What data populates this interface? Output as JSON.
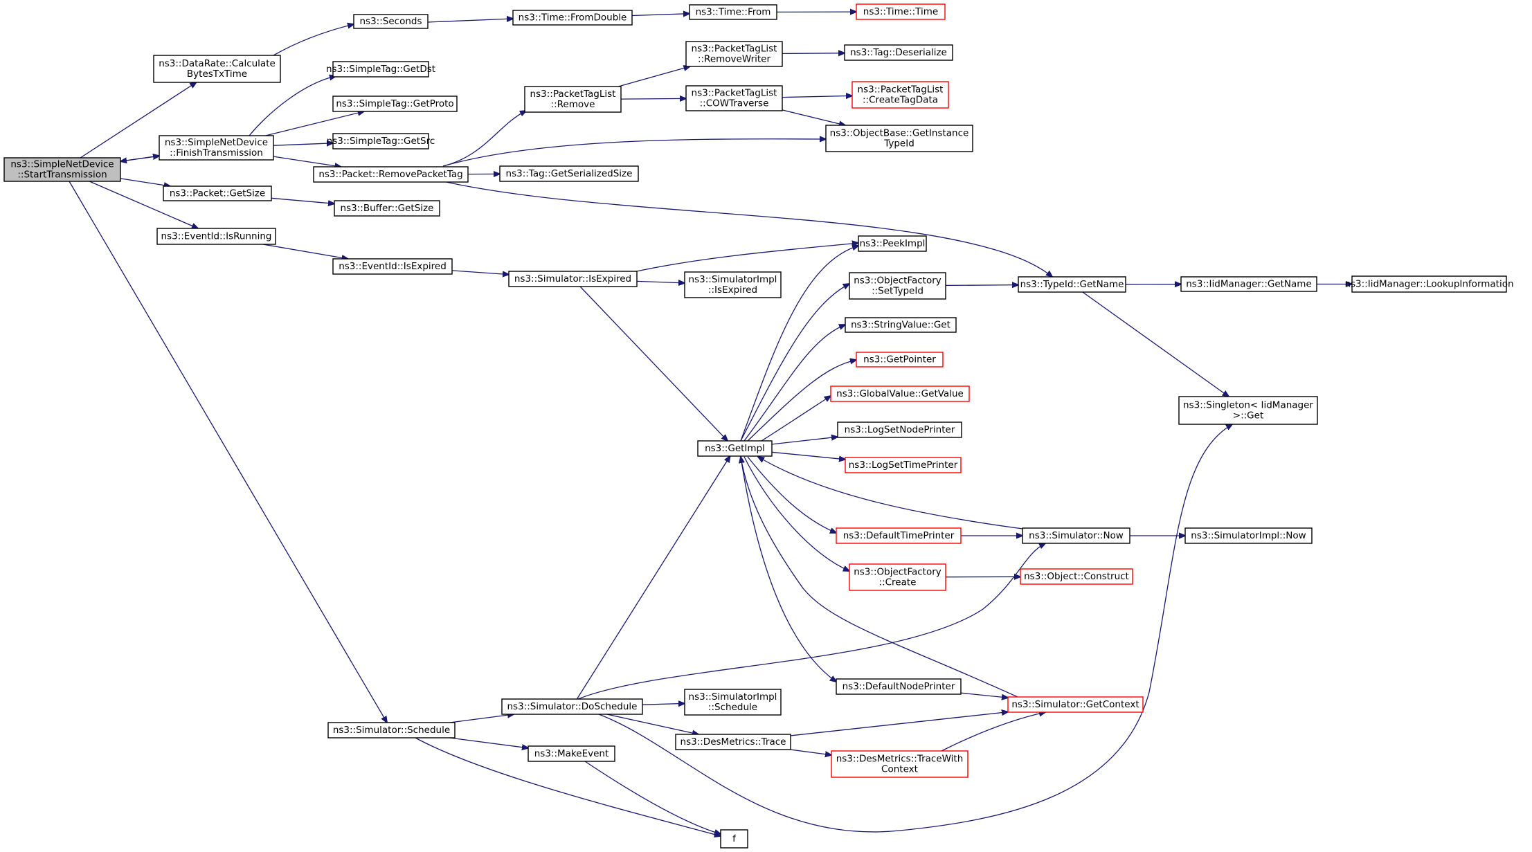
{
  "colors": {
    "edge": "#191970",
    "node_border": "#000000",
    "missing_border": "#ff0000",
    "root_fill": "#bfbfbf",
    "node_fill": "#ffffff"
  },
  "nodes": {
    "start": {
      "lines": [
        "ns3::SimpleNetDevice",
        "::StartTransmission"
      ],
      "root": true
    },
    "calcBytes": {
      "lines": [
        "ns3::DataRate::Calculate",
        "BytesTxTime"
      ]
    },
    "seconds": {
      "lines": [
        "ns3::Seconds"
      ]
    },
    "fromDouble": {
      "lines": [
        "ns3::Time::FromDouble"
      ]
    },
    "timeFrom": {
      "lines": [
        "ns3::Time::From"
      ]
    },
    "timeTime": {
      "lines": [
        "ns3::Time::Time"
      ],
      "missing": true
    },
    "finishTx": {
      "lines": [
        "ns3::SimpleNetDevice",
        "::FinishTransmission"
      ]
    },
    "getDst": {
      "lines": [
        "ns3::SimpleTag::GetDst"
      ]
    },
    "getProto": {
      "lines": [
        "ns3::SimpleTag::GetProto"
      ]
    },
    "getSrc": {
      "lines": [
        "ns3::SimpleTag::GetSrc"
      ]
    },
    "removeTag": {
      "lines": [
        "ns3::Packet::RemovePacketTag"
      ]
    },
    "ptlRemove": {
      "lines": [
        "ns3::PacketTagList",
        "::Remove"
      ]
    },
    "removeWriter": {
      "lines": [
        "ns3::PacketTagList",
        "::RemoveWriter"
      ]
    },
    "tagDeser": {
      "lines": [
        "ns3::Tag::Deserialize"
      ]
    },
    "cowTraverse": {
      "lines": [
        "ns3::PacketTagList",
        "::COWTraverse"
      ]
    },
    "createTagData": {
      "lines": [
        "ns3::PacketTagList",
        "::CreateTagData"
      ],
      "missing": true
    },
    "getInstance": {
      "lines": [
        "ns3::ObjectBase::GetInstance",
        "TypeId"
      ]
    },
    "tagSerSize": {
      "lines": [
        "ns3::Tag::GetSerializedSize"
      ]
    },
    "pktGetSize": {
      "lines": [
        "ns3::Packet::GetSize"
      ]
    },
    "bufGetSize": {
      "lines": [
        "ns3::Buffer::GetSize"
      ]
    },
    "isRunning": {
      "lines": [
        "ns3::EventId::IsRunning"
      ]
    },
    "isExpired": {
      "lines": [
        "ns3::EventId::IsExpired"
      ]
    },
    "simIsExpired": {
      "lines": [
        "ns3::Simulator::IsExpired"
      ]
    },
    "simImplIsExpired": {
      "lines": [
        "ns3::SimulatorImpl",
        "::IsExpired"
      ]
    },
    "peekImpl": {
      "lines": [
        "ns3::PeekImpl"
      ]
    },
    "ofSetTypeId": {
      "lines": [
        "ns3::ObjectFactory",
        "::SetTypeId"
      ]
    },
    "typeIdGetName": {
      "lines": [
        "ns3::TypeId::GetName"
      ]
    },
    "iidGetName": {
      "lines": [
        "ns3::IidManager::GetName"
      ]
    },
    "iidLookup": {
      "lines": [
        "ns3::IidManager::LookupInformation"
      ]
    },
    "singleton": {
      "lines": [
        "ns3::Singleton< IidManager",
        " >::Get"
      ]
    },
    "strValGet": {
      "lines": [
        "ns3::StringValue::Get"
      ]
    },
    "getPointer": {
      "lines": [
        "ns3::GetPointer"
      ],
      "missing": true
    },
    "gvGetValue": {
      "lines": [
        "ns3::GlobalValue::GetValue"
      ],
      "missing": true
    },
    "getImpl": {
      "lines": [
        "ns3::GetImpl"
      ]
    },
    "logNodePrinter": {
      "lines": [
        "ns3::LogSetNodePrinter"
      ]
    },
    "logTimePrinter": {
      "lines": [
        "ns3::LogSetTimePrinter"
      ],
      "missing": true
    },
    "defTimePrinter": {
      "lines": [
        "ns3::DefaultTimePrinter"
      ],
      "missing": true
    },
    "simNow": {
      "lines": [
        "ns3::Simulator::Now"
      ]
    },
    "simImplNow": {
      "lines": [
        "ns3::SimulatorImpl::Now"
      ]
    },
    "ofCreate": {
      "lines": [
        "ns3::ObjectFactory",
        "::Create"
      ],
      "missing": true
    },
    "objConstruct": {
      "lines": [
        "ns3::Object::Construct"
      ],
      "missing": true
    },
    "defNodePrinter": {
      "lines": [
        "ns3::DefaultNodePrinter"
      ]
    },
    "simGetContext": {
      "lines": [
        "ns3::Simulator::GetContext"
      ],
      "missing": true
    },
    "simSchedule": {
      "lines": [
        "ns3::Simulator::Schedule"
      ]
    },
    "doSchedule": {
      "lines": [
        "ns3::Simulator::DoSchedule"
      ]
    },
    "simImplSchedule": {
      "lines": [
        "ns3::SimulatorImpl",
        "::Schedule"
      ]
    },
    "desTrace": {
      "lines": [
        "ns3::DesMetrics::Trace"
      ]
    },
    "desTraceCtx": {
      "lines": [
        "ns3::DesMetrics::TraceWith",
        "Context"
      ],
      "missing": true
    },
    "makeEvent": {
      "lines": [
        "ns3::MakeEvent"
      ]
    },
    "f": {
      "lines": [
        "f"
      ]
    }
  },
  "edges": [
    [
      "start",
      "calcBytes"
    ],
    [
      "start",
      "finishTx"
    ],
    [
      "finishTx",
      "start"
    ],
    [
      "start",
      "pktGetSize"
    ],
    [
      "start",
      "isRunning"
    ],
    [
      "start",
      "simSchedule"
    ],
    [
      "calcBytes",
      "seconds"
    ],
    [
      "seconds",
      "fromDouble"
    ],
    [
      "fromDouble",
      "timeFrom"
    ],
    [
      "timeFrom",
      "timeTime"
    ],
    [
      "finishTx",
      "getDst"
    ],
    [
      "finishTx",
      "getProto"
    ],
    [
      "finishTx",
      "getSrc"
    ],
    [
      "finishTx",
      "removeTag"
    ],
    [
      "removeTag",
      "ptlRemove"
    ],
    [
      "removeTag",
      "getInstance"
    ],
    [
      "removeTag",
      "tagSerSize"
    ],
    [
      "removeTag",
      "typeIdGetName"
    ],
    [
      "ptlRemove",
      "removeWriter"
    ],
    [
      "ptlRemove",
      "cowTraverse"
    ],
    [
      "removeWriter",
      "tagDeser"
    ],
    [
      "cowTraverse",
      "createTagData"
    ],
    [
      "cowTraverse",
      "getInstance"
    ],
    [
      "pktGetSize",
      "bufGetSize"
    ],
    [
      "isRunning",
      "isExpired"
    ],
    [
      "isExpired",
      "simIsExpired"
    ],
    [
      "simIsExpired",
      "peekImpl"
    ],
    [
      "simIsExpired",
      "simImplIsExpired"
    ],
    [
      "simIsExpired",
      "getImpl"
    ],
    [
      "getImpl",
      "peekImpl"
    ],
    [
      "getImpl",
      "ofSetTypeId"
    ],
    [
      "getImpl",
      "strValGet"
    ],
    [
      "getImpl",
      "getPointer"
    ],
    [
      "getImpl",
      "gvGetValue"
    ],
    [
      "getImpl",
      "logNodePrinter"
    ],
    [
      "getImpl",
      "logTimePrinter"
    ],
    [
      "getImpl",
      "defTimePrinter"
    ],
    [
      "getImpl",
      "ofCreate"
    ],
    [
      "getImpl",
      "defNodePrinter"
    ],
    [
      "simNow",
      "getImpl"
    ],
    [
      "simGetContext",
      "getImpl"
    ],
    [
      "ofSetTypeId",
      "typeIdGetName"
    ],
    [
      "typeIdGetName",
      "iidGetName"
    ],
    [
      "typeIdGetName",
      "singleton"
    ],
    [
      "iidGetName",
      "iidLookup"
    ],
    [
      "defTimePrinter",
      "simNow"
    ],
    [
      "simNow",
      "simImplNow"
    ],
    [
      "ofCreate",
      "objConstruct"
    ],
    [
      "defNodePrinter",
      "simGetContext"
    ],
    [
      "simSchedule",
      "doSchedule"
    ],
    [
      "simSchedule",
      "makeEvent"
    ],
    [
      "simSchedule",
      "f"
    ],
    [
      "doSchedule",
      "getImpl"
    ],
    [
      "doSchedule",
      "simNow"
    ],
    [
      "doSchedule",
      "simImplSchedule"
    ],
    [
      "doSchedule",
      "desTrace"
    ],
    [
      "doSchedule",
      "singleton"
    ],
    [
      "desTrace",
      "simGetContext"
    ],
    [
      "desTrace",
      "desTraceCtx"
    ],
    [
      "desTraceCtx",
      "simGetContext"
    ],
    [
      "makeEvent",
      "f"
    ]
  ]
}
